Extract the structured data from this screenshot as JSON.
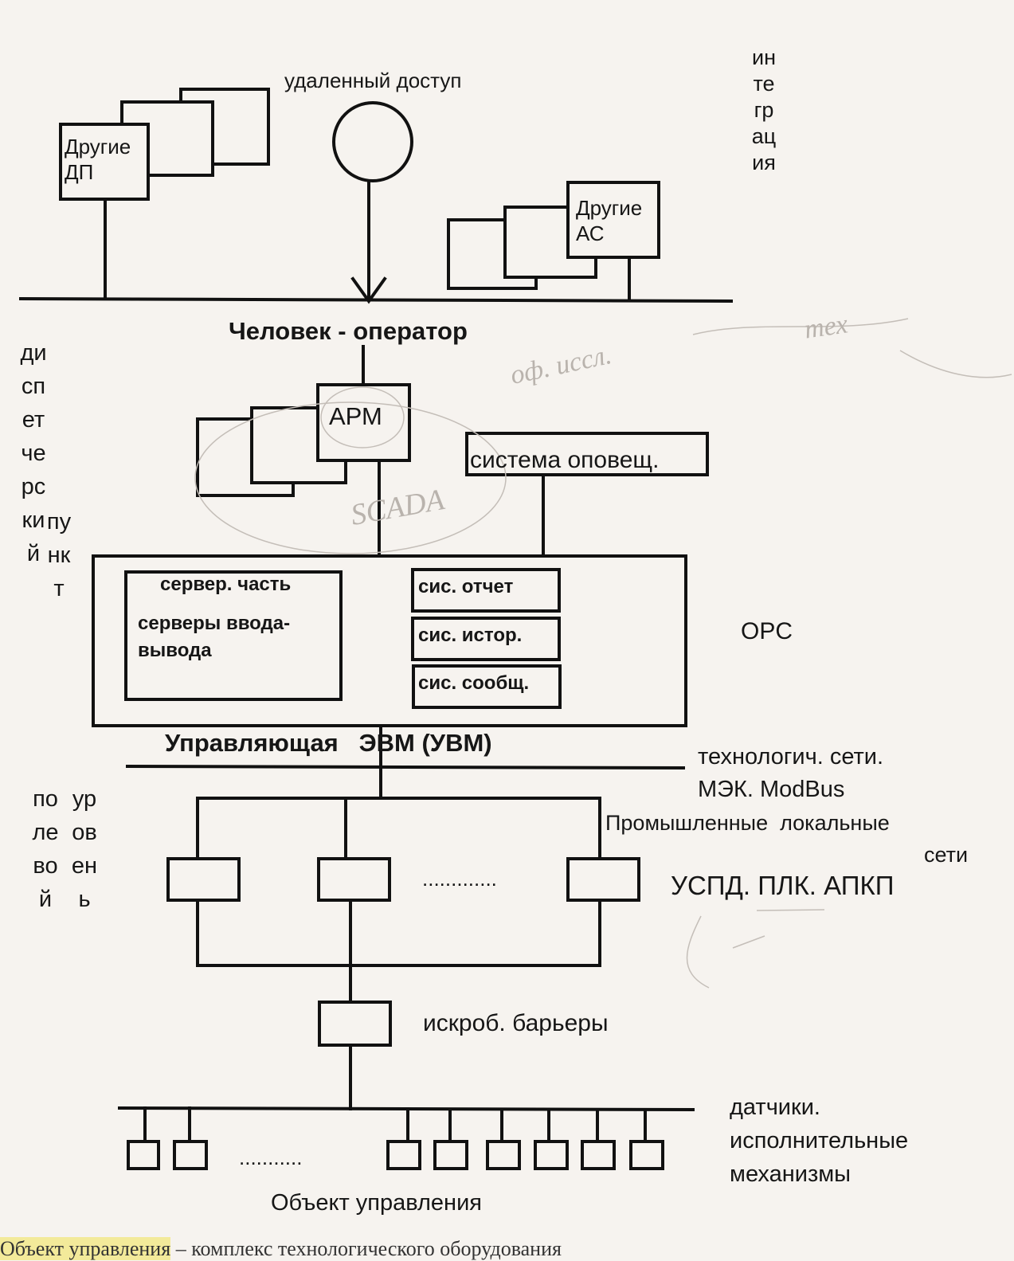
{
  "labels": {
    "remote_access": "удаленный доступ",
    "other_dp": "Другие ДП",
    "other_as": "Другие АС",
    "integration": "интеграция",
    "operator": "Человек - оператор",
    "arm": "АРМ",
    "notify_system": "система оповещ.",
    "dispatch_point": "диспетчерский",
    "dispatch_point_2": "пункт",
    "server_part": "сервер. часть",
    "io_servers": "серверы ввода-вывода",
    "sys_report": "сис. отчет",
    "sys_history": "сис. истор.",
    "sys_messages": "сис. сообщ.",
    "opc": "OPC",
    "control_computer": "Управляющая   ЭВМ (УВМ)",
    "tech_networks": "технологич. сети.",
    "mek_modbus": "МЭК. ModBus",
    "industrial_lan": "Промышленные  локальные",
    "industrial_lan_2": "сети",
    "dots": ".............",
    "uspd": "УСПД. ПЛК. АПКП",
    "field_level_1": "полевой",
    "field_level_2": "уровень",
    "spark_barriers": "искроб. барьеры",
    "sensors": "датчики.",
    "actuators_1": "исполнительные",
    "actuators_2": "механизмы",
    "sensor_dots": "...........",
    "control_object": "Объект управления"
  },
  "caption": {
    "highlighted": "Объект управления",
    "rest": " – комплекс технологического оборудования"
  },
  "pencil_notes": {
    "scada": "SCADA",
    "note1": "оф. иссл.",
    "note2": "тех"
  }
}
